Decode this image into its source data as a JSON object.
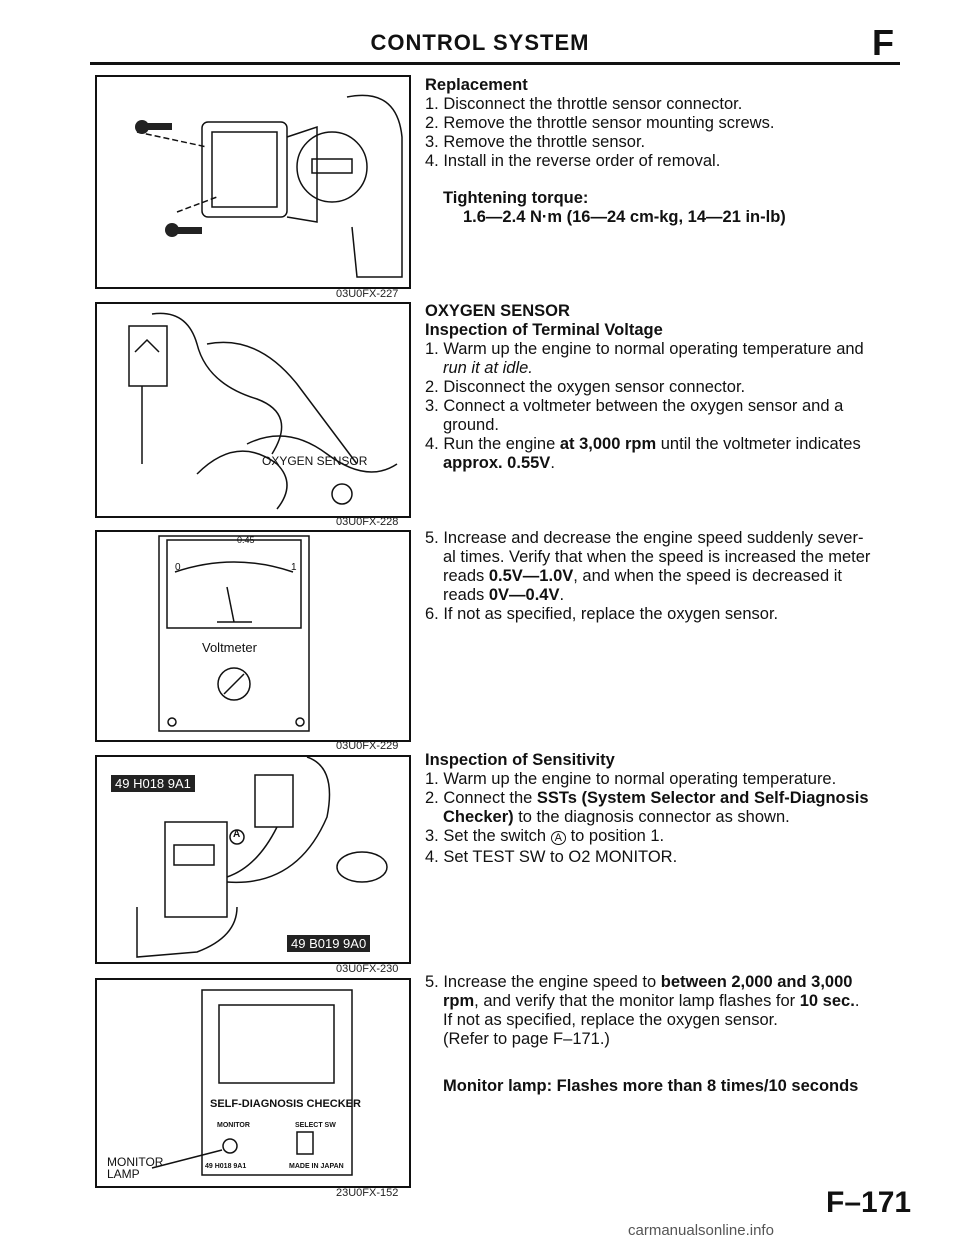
{
  "header": {
    "title": "CONTROL SYSTEM",
    "section_letter": "F"
  },
  "figures": [
    {
      "caption": "03U0FX-227"
    },
    {
      "caption": "03U0FX-228",
      "label": "OXYGEN SENSOR"
    },
    {
      "caption": "03U0FX-229",
      "scale_top": "0.45",
      "scale_left": "0",
      "scale_right": "1",
      "meter_label": "Voltmeter"
    },
    {
      "caption": "03U0FX-230",
      "sst1": "49 H018 9A1",
      "sst2": "49 B019 9A0",
      "switch_marker": "A"
    },
    {
      "caption": "23U0FX-152",
      "checker_title": "SELF-DIAGNOSIS CHECKER",
      "monitor": "MONITOR",
      "select_sw": "SELECT SW",
      "part_no": "49 H018 9A1",
      "made_in": "MADE IN JAPAN",
      "lamp_label_1": "MONITOR",
      "lamp_label_2": "LAMP"
    }
  ],
  "sections": {
    "replacement": {
      "heading": "Replacement",
      "steps": [
        "1. Disconnect the throttle sensor connector.",
        "2. Remove the throttle sensor mounting screws.",
        "3. Remove the throttle sensor.",
        "4. Install in the reverse order of removal."
      ],
      "torque_label": "Tightening torque:",
      "torque_value": "1.6—2.4 N·m (16—24 cm-kg, 14—21 in-lb)"
    },
    "oxygen": {
      "heading": "OXYGEN SENSOR",
      "subheading": "Inspection of Terminal Voltage",
      "step1a": "1. Warm up the engine to normal operating temperature and",
      "step1b": "run it at idle.",
      "step2": "2. Disconnect the oxygen sensor connector.",
      "step3a": "3. Connect a voltmeter between the oxygen sensor and a",
      "step3b": "ground.",
      "step4a_pre": "4. Run the engine ",
      "step4a_bold": "at 3,000 rpm",
      "step4a_post": " until the voltmeter indicates",
      "step4b_bold": "approx. 0.55V",
      "step4b_post": "."
    },
    "oxygen2": {
      "step5a": "5. Increase and decrease the engine speed suddenly sever-",
      "step5b": "al times. Verify that when the speed is increased the meter",
      "step5c_pre": "reads ",
      "step5c_bold": "0.5V—1.0V",
      "step5c_post": ", and when the speed is decreased it",
      "step5d_pre": "reads ",
      "step5d_bold": "0V—0.4V",
      "step5d_post": ".",
      "step6": "6. If not as specified, replace the oxygen sensor."
    },
    "sensitivity": {
      "heading": "Inspection of Sensitivity",
      "step1": "1. Warm up the engine to normal operating temperature.",
      "step2_pre": "2. Connect the ",
      "step2_bold": "SSTs (System Selector and Self-Diagnosis",
      "step2b_bold": "Checker)",
      "step2b_post": " to the diagnosis connector as shown.",
      "step3_pre": "3. Set the switch ",
      "step3_marker": "A",
      "step3_post": " to position 1.",
      "step4": "4. Set TEST SW to O2 MONITOR."
    },
    "sensitivity2": {
      "step5a_pre": "5. Increase the engine speed to ",
      "step5a_bold": "between 2,000 and 3,000",
      "step5b_bold": "rpm",
      "step5b_mid": ", and verify that the monitor lamp flashes for ",
      "step5b_bold2": "10 sec.",
      "step5b_post": ".",
      "step5c": "If not as specified, replace the oxygen sensor.",
      "step5d": "(Refer to page F–171.)",
      "note": "Monitor lamp: Flashes more than 8 times/10 seconds"
    }
  },
  "footer": {
    "page_number": "F–171",
    "watermark": "carmanualsonline.info"
  }
}
